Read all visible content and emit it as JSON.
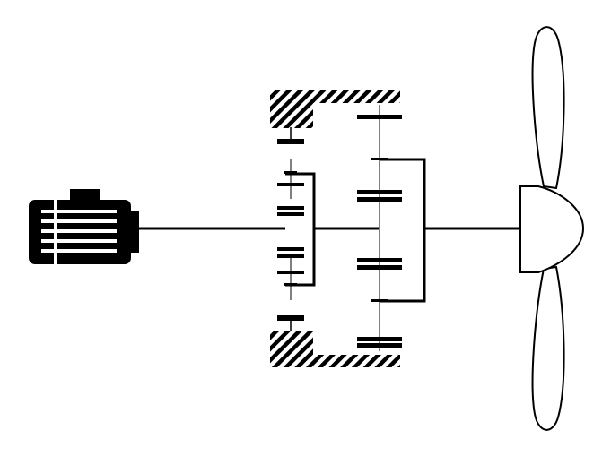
{
  "diagram": {
    "type": "kinematic-schematic",
    "components": [
      {
        "id": "motor",
        "icon": "electric-motor-icon"
      },
      {
        "id": "input-shaft",
        "icon": "shaft-icon"
      },
      {
        "id": "housing",
        "icon": "fixed-ground-hatch-icon"
      },
      {
        "id": "stage-1",
        "icon": "planetary-gear-stage-icon"
      },
      {
        "id": "stage-2",
        "icon": "planetary-gear-stage-icon"
      },
      {
        "id": "output-shaft",
        "icon": "shaft-icon"
      },
      {
        "id": "propeller",
        "icon": "propeller-icon"
      }
    ],
    "colors": {
      "ink": "#000000",
      "background": "#ffffff"
    }
  }
}
